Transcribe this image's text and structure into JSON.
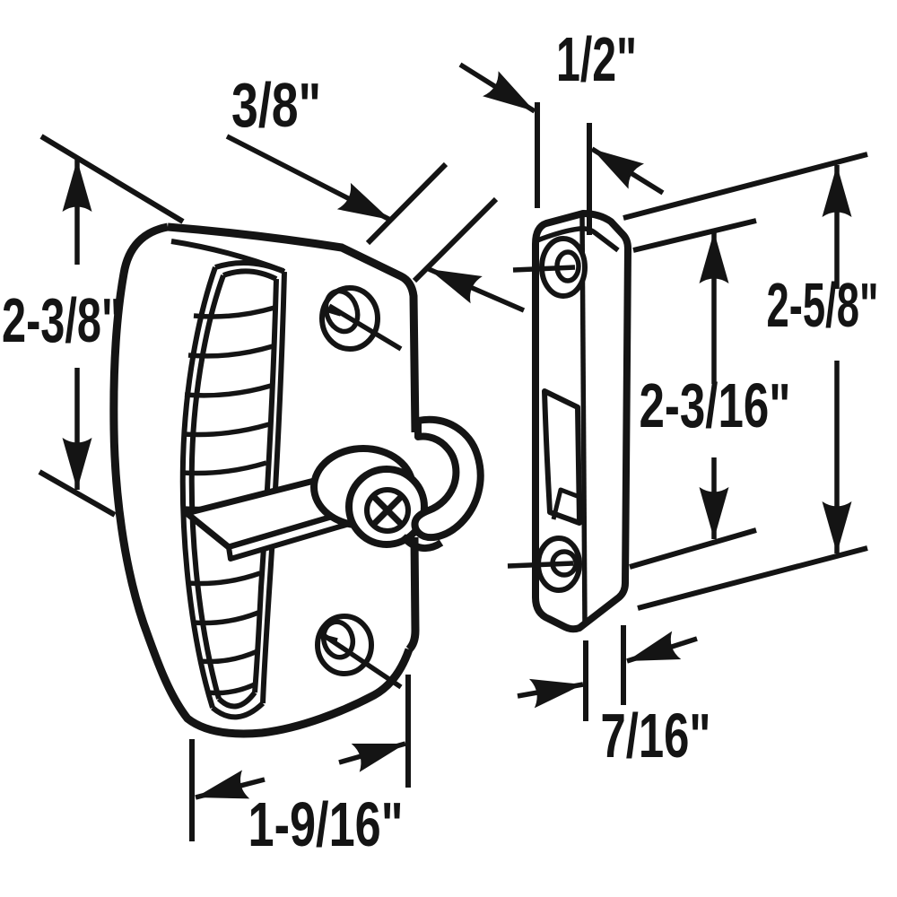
{
  "diagram": {
    "title": "latch and strike plate dimension drawing",
    "background_color": "#ffffff",
    "ink_color": "#141414",
    "parts": {
      "left": "screen door latch assembly",
      "right": "strike plate"
    },
    "dimensions": {
      "plate_thickness": "3/8\"",
      "strike_face_width": "1/2\"",
      "latch_height": "2-3/8\"",
      "strike_height": "2-5/8\"",
      "strike_hole_spacing": "2-3/16\"",
      "strike_side_depth": "7/16\"",
      "latch_width": "1-9/16\""
    }
  }
}
